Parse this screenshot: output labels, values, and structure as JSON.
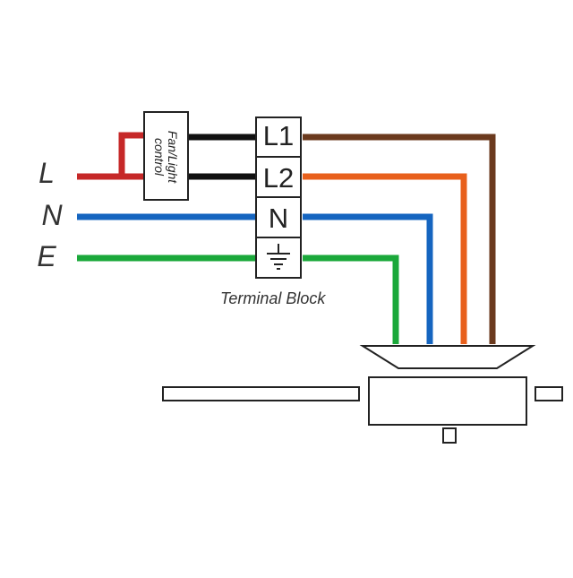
{
  "supply_labels": {
    "live": "L",
    "neutral": "N",
    "earth": "E"
  },
  "switch": {
    "label_line1": "Fan/Light",
    "label_line2": "control"
  },
  "terminal_block": {
    "terminals": [
      "L1",
      "L2",
      "N"
    ],
    "earth_icon": "earth-ground-icon",
    "caption": "Terminal Block"
  },
  "wire_colors": {
    "live": "#c62828",
    "switched": "#111111",
    "neutral": "#1565c0",
    "earth": "#1aa83a",
    "fan_live": "#6b3a1e",
    "light_live": "#e8601c"
  },
  "fan": {
    "icon": "ceiling-fan-icon"
  }
}
